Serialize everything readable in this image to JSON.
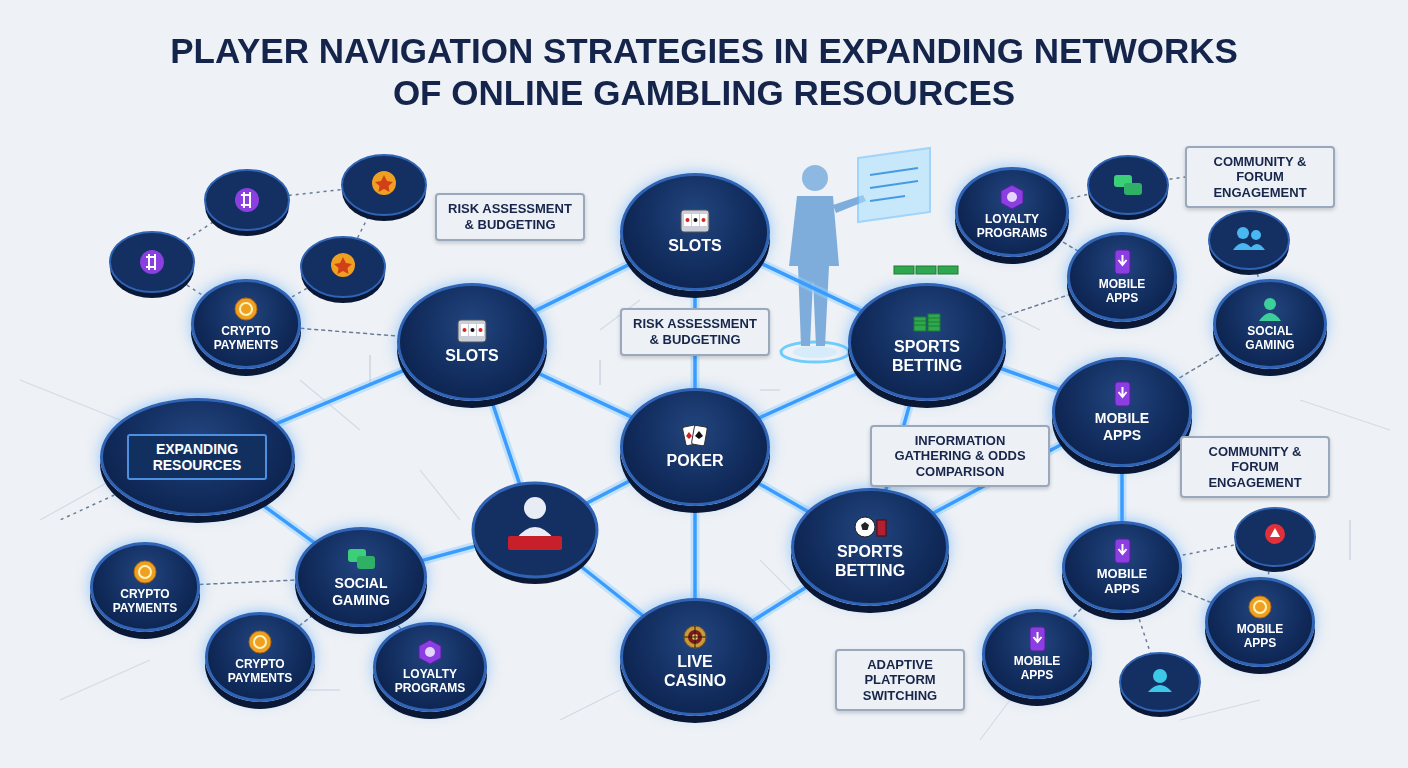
{
  "diagram": {
    "title": "PLAYER NAVIGATION STRATEGIES IN EXPANDING NETWORKS OF ONLINE GAMBLING RESOURCES",
    "nodes": [
      {
        "text": [
          "SLOTS"
        ]
      },
      {
        "text": [
          "SLOTS"
        ]
      },
      {
        "text": [
          "SPORTS BETTING"
        ]
      },
      {
        "text": [
          "POKER"
        ]
      },
      {
        "text": [
          "EXPANDING RESOURCES"
        ]
      },
      {
        "text": [
          "SOCIAL GAMING"
        ]
      },
      {
        "text": [
          "LIVE CASINO"
        ]
      },
      {
        "text": [
          "SPORTS BETTING"
        ]
      },
      {
        "text": [
          "MOBILE APPS"
        ]
      },
      {
        "text": [
          "MOBILE APPS"
        ]
      },
      {
        "text": [
          "MOBILE APPS"
        ]
      },
      {
        "text": [
          "MOBILE APPS"
        ]
      },
      {
        "text": [
          "MOBILE APPS"
        ]
      },
      {
        "text": [
          "LOYALTY PROGRAMS"
        ]
      },
      {
        "text": [
          "SOCIAL GAMING"
        ]
      },
      {
        "text": [
          "CRYPTO PAYMENTS"
        ]
      },
      {
        "text": [
          "CRYPTO PAYMENTS"
        ]
      },
      {
        "text": [
          "CRYPTO PAYMENTS"
        ]
      },
      {
        "text": [
          "LOYALTY PROGRAMS"
        ]
      },
      {
        "text": [
          "RISK ASSESSMENT & BUDGETING"
        ]
      },
      {
        "text": [
          "RISK ASSESSMENT & BUDGETING"
        ]
      },
      {
        "text": [
          "INFORMATION GATHERING & ODDS COMPARISON"
        ]
      },
      {
        "text": [
          "ADAPTIVE PLATFORM SWITCHING"
        ]
      },
      {
        "text": [
          "COMMUNITY & FORUM ENGAGEMENT"
        ]
      },
      {
        "text": [
          "COMMUNITY & FORUM ENGAGEMENT"
        ]
      }
    ],
    "edges": [
      {
        "from": 0,
        "to": 1,
        "arrow": "none"
      },
      {
        "from": 0,
        "to": 2,
        "arrow": "none"
      },
      {
        "from": 0,
        "to": 3,
        "arrow": "none"
      },
      {
        "from": 1,
        "to": 3,
        "arrow": "none"
      },
      {
        "from": 1,
        "to": 4,
        "arrow": "none"
      },
      {
        "from": 2,
        "to": 3,
        "arrow": "none"
      },
      {
        "from": 2,
        "to": 7,
        "arrow": "none"
      },
      {
        "from": 2,
        "to": 8,
        "arrow": "none"
      },
      {
        "from": 3,
        "to": 6,
        "arrow": "none"
      },
      {
        "from": 3,
        "to": 7,
        "arrow": "none"
      },
      {
        "from": 4,
        "to": 5,
        "arrow": "none"
      },
      {
        "from": 6,
        "to": 7,
        "arrow": "none"
      },
      {
        "from": 7,
        "to": 8,
        "arrow": "none"
      },
      {
        "from": 8,
        "to": 9,
        "arrow": "none"
      },
      {
        "from": 15,
        "to": 1,
        "arrow": "none"
      },
      {
        "from": 16,
        "to": 5,
        "arrow": "none"
      },
      {
        "from": 17,
        "to": 5,
        "arrow": "none"
      },
      {
        "from": 18,
        "to": 5,
        "arrow": "none"
      },
      {
        "from": 12,
        "to": 2,
        "arrow": "none"
      },
      {
        "from": 13,
        "to": 12,
        "arrow": "none"
      },
      {
        "from": 14,
        "to": 8,
        "arrow": "none"
      },
      {
        "from": 9,
        "to": 10,
        "arrow": "none"
      },
      {
        "from": 9,
        "to": 11,
        "arrow": "none"
      }
    ]
  }
}
